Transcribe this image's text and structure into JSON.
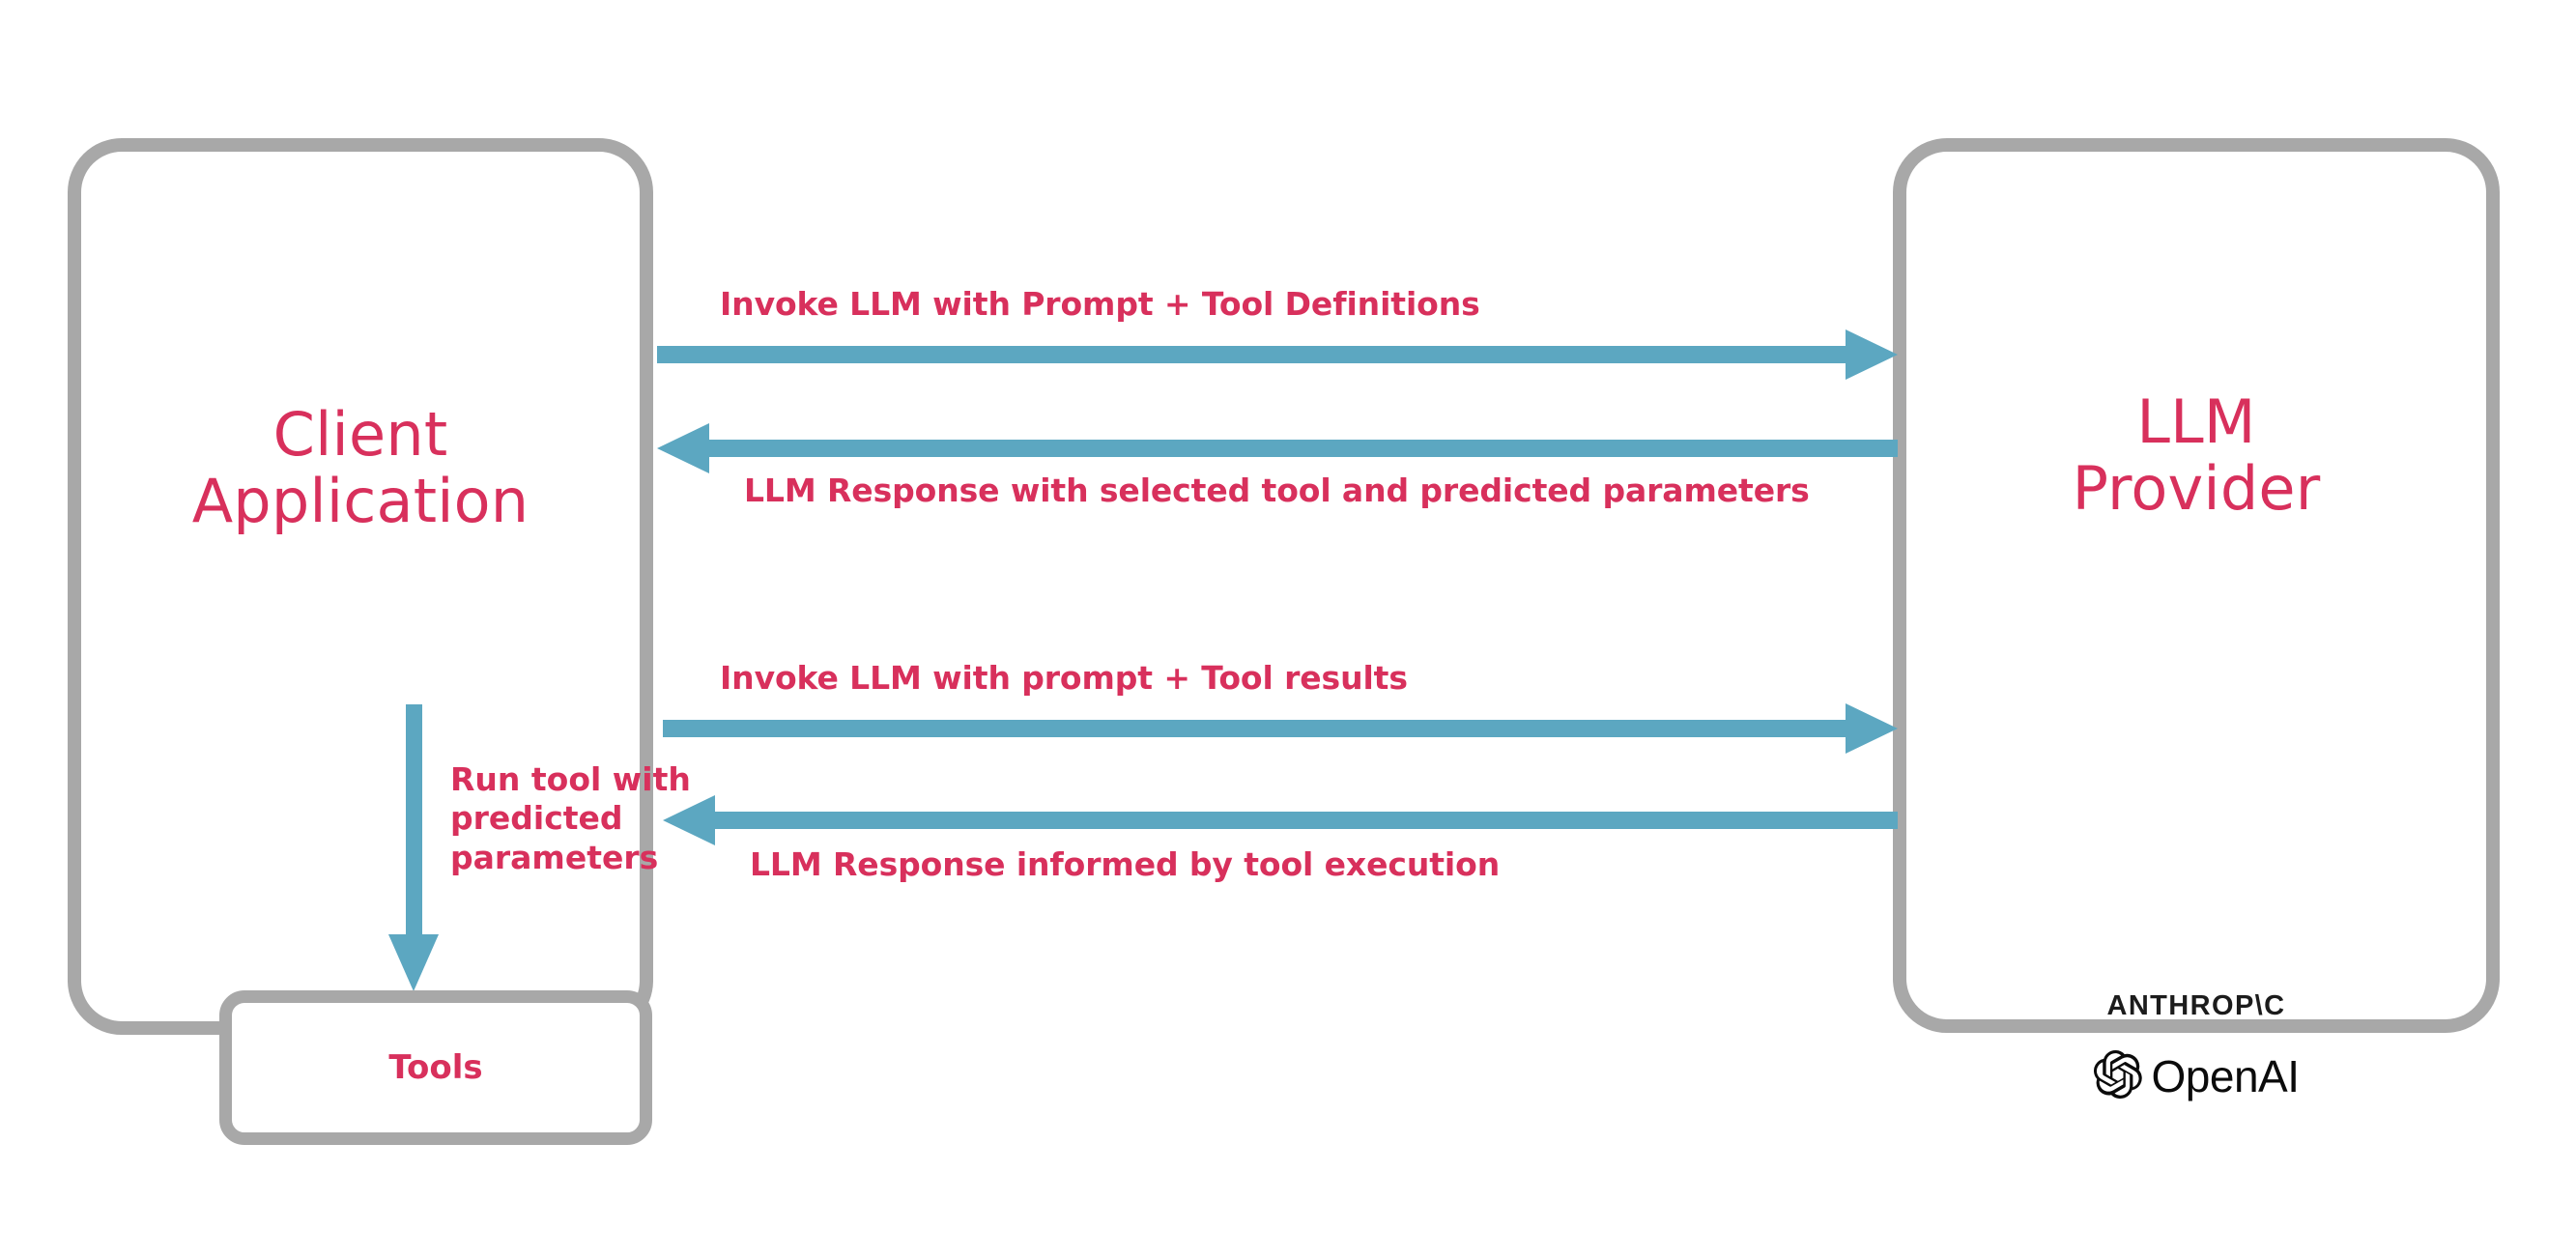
{
  "diagram": {
    "title": "LLM tool-calling sequence between client application and LLM provider",
    "colors": {
      "accent_pink": "#d8305c",
      "arrow_blue": "#5ca7c1",
      "box_gray": "#a8a8a8",
      "logo_black": "#1c1c1c",
      "background": "#ffffff"
    }
  },
  "client": {
    "title_line1": "Client",
    "title_line2": "Application",
    "tools_label": "Tools",
    "internal_flow_label": "Run tool with predicted parameters"
  },
  "provider": {
    "title_line1": "LLM",
    "title_line2": "Provider",
    "logos": [
      {
        "name": "anthropic-wordmark",
        "text": "ANTHROP\\C"
      },
      {
        "name": "openai-wordmark",
        "text": "OpenAI"
      }
    ]
  },
  "messages": [
    {
      "id": "invoke-1",
      "label": "Invoke LLM with Prompt + Tool Definitions",
      "direction": "right",
      "from": "client",
      "to": "provider"
    },
    {
      "id": "response-1",
      "label": "LLM Response with selected tool and predicted parameters",
      "direction": "left",
      "from": "provider",
      "to": "client"
    },
    {
      "id": "invoke-2",
      "label": "Invoke LLM with prompt + Tool results",
      "direction": "right",
      "from": "client",
      "to": "provider"
    },
    {
      "id": "response-2",
      "label": "LLM Response informed by tool execution",
      "direction": "left",
      "from": "provider",
      "to": "client"
    }
  ]
}
